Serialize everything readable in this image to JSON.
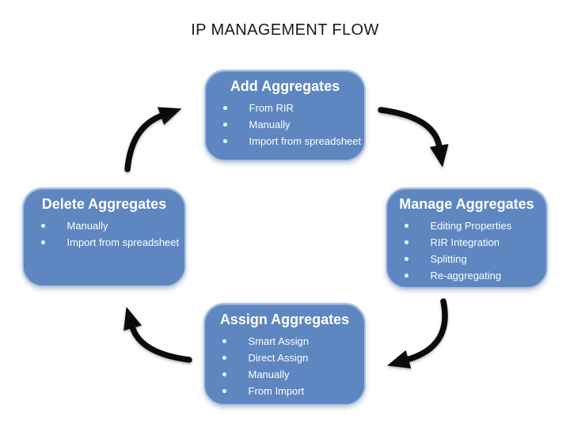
{
  "slide": {
    "title": "IP MANAGEMENT FLOW"
  },
  "colors": {
    "box_fill": "#5e86c0",
    "box_border": "#a9c2df",
    "box_text": "#ffffff",
    "bullet": "#eaf0f8",
    "arrow": "#0b0b0b",
    "title_text": "#1a1a1a"
  },
  "icons": {
    "bullet": "circle-dot",
    "arrow_style": "thick-curved-clockwise"
  },
  "boxes": [
    {
      "title": "Add Aggregates",
      "items": [
        "From RIR",
        "Manually",
        "Import from spreadsheet"
      ]
    },
    {
      "title": "Manage Aggregates",
      "items": [
        "Editing Properties",
        "RIR Integration",
        "Splitting",
        "Re-aggregating"
      ]
    },
    {
      "title": "Assign Aggregates",
      "items": [
        "Smart Assign",
        "Direct Assign",
        "Manually",
        "From Import"
      ]
    },
    {
      "title": "Delete Aggregates",
      "items": [
        "Manually",
        "Import from spreadsheet"
      ]
    }
  ],
  "arrows": [
    {
      "name": "add-to-manage",
      "direction": "top-right, pointing down"
    },
    {
      "name": "manage-to-assign",
      "direction": "bottom-right, pointing left"
    },
    {
      "name": "assign-to-delete",
      "direction": "bottom-left, pointing up"
    },
    {
      "name": "delete-to-add",
      "direction": "top-left, pointing right"
    }
  ]
}
